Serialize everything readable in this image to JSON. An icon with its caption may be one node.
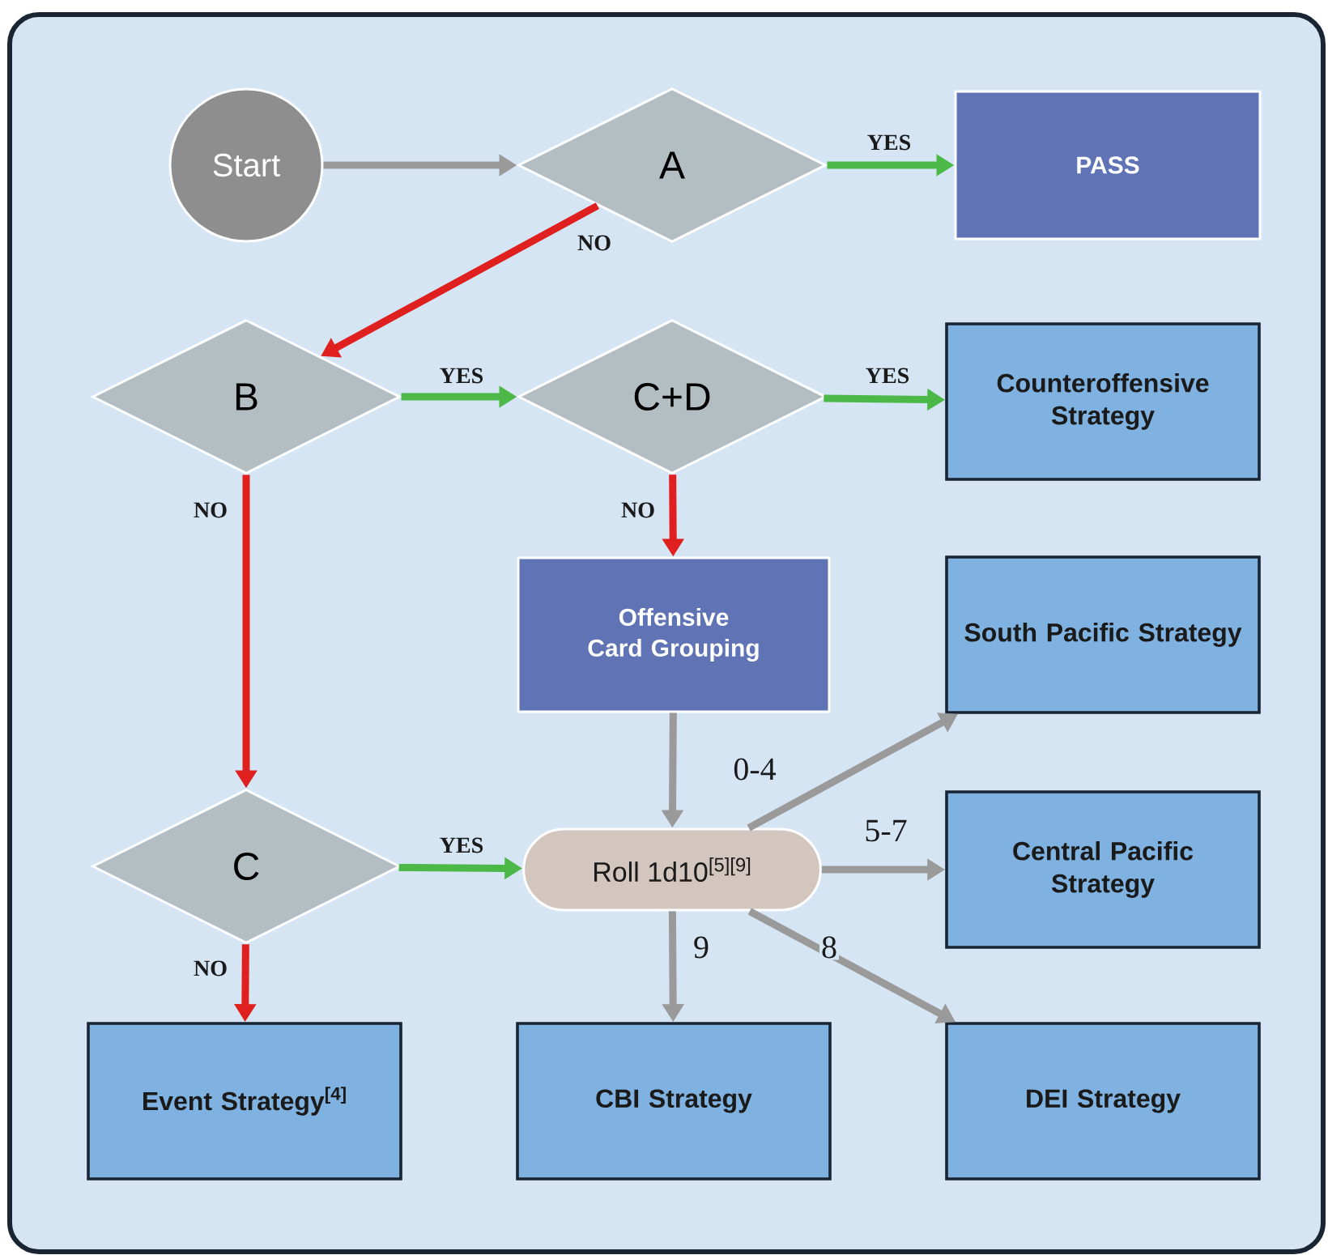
{
  "diagram": {
    "nodes": [
      {
        "text": [
          "Start"
        ]
      },
      {
        "text": [
          "A"
        ]
      },
      {
        "text": [
          "PASS"
        ]
      },
      {
        "text": [
          "B"
        ]
      },
      {
        "text": [
          "C+D"
        ]
      },
      {
        "text": [
          "Counteroffensive Strategy"
        ]
      },
      {
        "text": [
          "Offensive Card Grouping"
        ]
      },
      {
        "text": [
          "South Pacific Strategy"
        ]
      },
      {
        "text": [
          "C"
        ]
      },
      {
        "text": [
          "Roll 1d10$^{[5][9]}$"
        ]
      },
      {
        "text": [
          "Central Pacific Strategy"
        ]
      },
      {
        "text": [
          "Event Strategy$^{[4]}$"
        ]
      },
      {
        "text": [
          "CBI Strategy"
        ]
      },
      {
        "text": [
          "DEI Strategy"
        ]
      }
    ],
    "edges": [
      {
        "from": 0,
        "to": 1,
        "arrow": "to"
      },
      {
        "from": 1,
        "to": 2,
        "arrow": "to",
        "label": "YES",
        "color": "#4cb848"
      },
      {
        "from": 1,
        "to": 3,
        "arrow": "to",
        "label": "NO",
        "color": "#e0201f"
      },
      {
        "from": 3,
        "to": 4,
        "arrow": "to",
        "label": "YES",
        "color": "#4cb848"
      },
      {
        "from": 4,
        "to": 5,
        "arrow": "to",
        "label": "YES",
        "color": "#4cb848"
      },
      {
        "from": 3,
        "to": 8,
        "arrow": "to",
        "label": "NO",
        "color": "#e0201f"
      },
      {
        "from": 4,
        "to": 6,
        "arrow": "to",
        "label": "NO",
        "color": "#e0201f"
      },
      {
        "from": 6,
        "to": 9,
        "arrow": "to"
      },
      {
        "from": 8,
        "to": 9,
        "arrow": "to",
        "label": "YES",
        "color": "#4cb848"
      },
      {
        "from": 8,
        "to": 11,
        "arrow": "to",
        "label": "NO",
        "color": "#e0201f"
      },
      {
        "from": 9,
        "to": 7,
        "arrow": "to",
        "label": "0-4"
      },
      {
        "from": 9,
        "to": 10,
        "arrow": "to",
        "label": "5-7"
      },
      {
        "from": 9,
        "to": 12,
        "arrow": "to",
        "label": "9"
      },
      {
        "from": 9,
        "to": 13,
        "arrow": "to",
        "label": "8"
      }
    ]
  }
}
